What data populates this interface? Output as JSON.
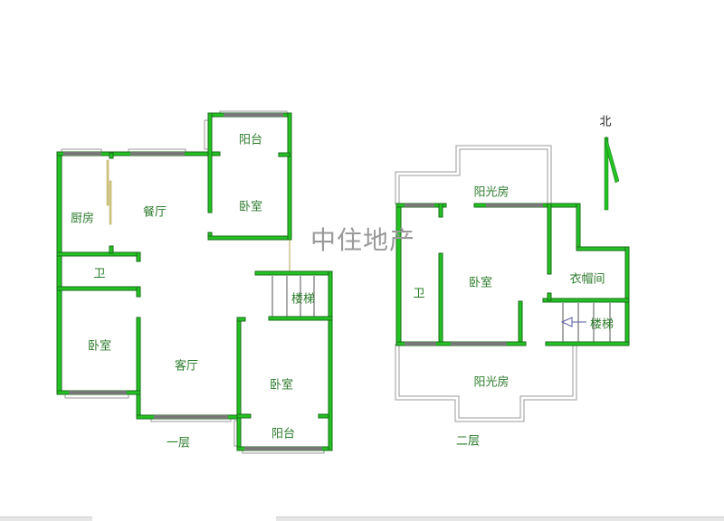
{
  "watermark": "中住地产",
  "north_label": "北",
  "floor1": {
    "title": "一层",
    "rooms": {
      "kitchen": "厨房",
      "dining": "餐厅",
      "balcony_top": "阳台",
      "bedroom_ne": "卧室",
      "bathroom": "卫",
      "stairs": "楼梯",
      "bedroom_w": "卧室",
      "living": "客厅",
      "bedroom_se": "卧室",
      "balcony_bottom": "阳台"
    }
  },
  "floor2": {
    "title": "二层",
    "rooms": {
      "sunroom_top": "阳光房",
      "bathroom": "卫",
      "bedroom": "卧室",
      "cloakroom": "衣帽间",
      "stairs": "楼梯",
      "sunroom_bottom": "阳光房"
    }
  },
  "colors": {
    "wall": "#22c322",
    "label": "#2a7a2a",
    "watermark": "#9a9a9a"
  }
}
